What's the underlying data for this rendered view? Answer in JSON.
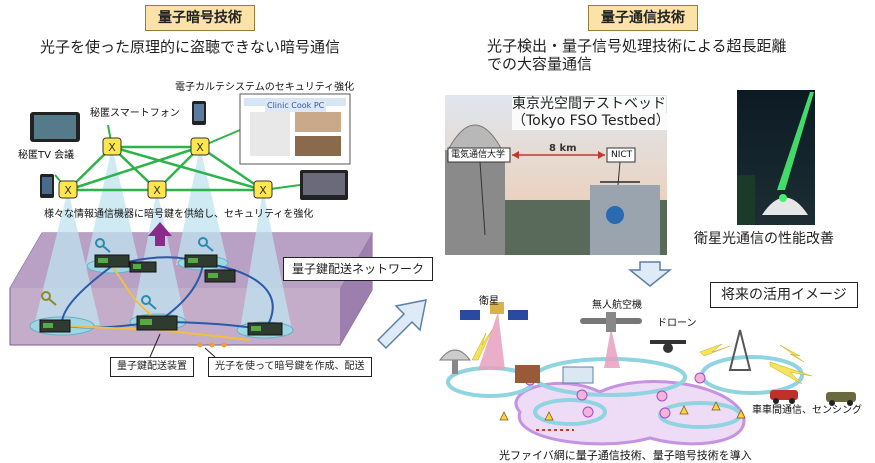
{
  "left": {
    "tag": "量子暗号技術",
    "subtitle": "光子を使った原理的に盗聴できない暗号通信",
    "labels": {
      "karte": "電子カルテシステムのセキュリティ強化",
      "smartphone": "秘匿スマートフォン",
      "tv": "秘匿TV 会議",
      "supply": "様々な情報通信機器に暗号鍵を供給し、セキュリティを強化",
      "network": "量子鍵配送ネットワーク",
      "device": "量子鍵配送装置",
      "photon": "光子を使って暗号鍵を作成、配送",
      "screen_brand": "Clinic Cook PC"
    }
  },
  "right": {
    "tag": "量子通信技術",
    "subtitle_line1": "光子検出・量子信号処理技術による超長距離",
    "subtitle_line2": "での大容量通信",
    "testbed_jp": "東京光空間テストベッド",
    "testbed_en": "（Tokyo FSO Testbed）",
    "uec": "電気通信大学",
    "distance": "8 km",
    "nict": "NICT",
    "satellite_perf": "衛星光通信の性能改善",
    "future": "将来の活用イメージ",
    "sat": "衛星",
    "uav": "無人航空機",
    "drone": "ドローン",
    "v2v": "車車間通信、センシング",
    "fiber": "光ファイバ網に量子通信技術、量子暗号技術を導入"
  },
  "colors": {
    "tag_bg": "#fbe3a8",
    "network_green": "#2db34a",
    "platform": "#b8a0c8",
    "fiber_line": "#8fd4e0",
    "halo": "#a04cd0"
  }
}
